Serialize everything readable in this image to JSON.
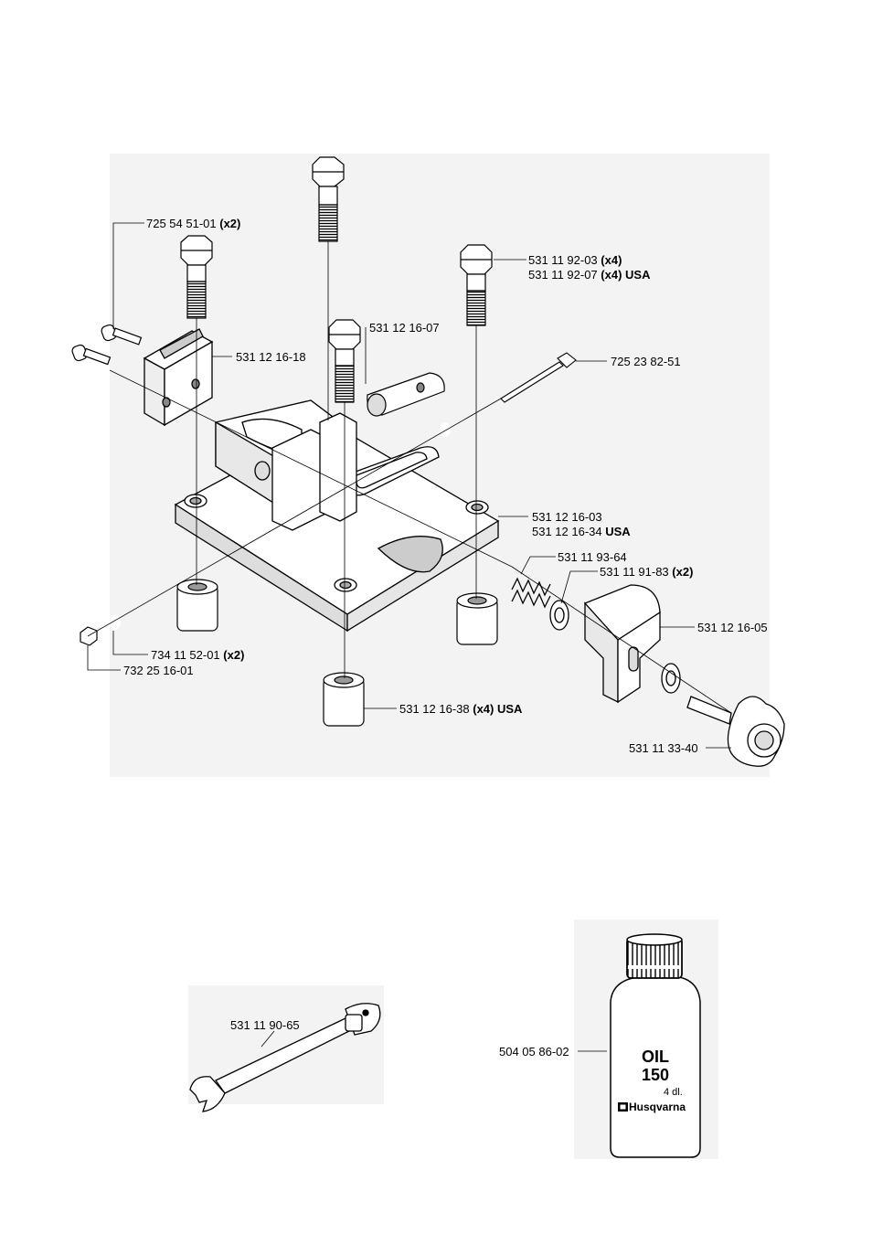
{
  "labels": {
    "p1": {
      "num": "725 54 51-01",
      "qty": "(x2)",
      "suffix": ""
    },
    "p2": {
      "num": "531 11 92-03",
      "qty": "(x4)",
      "suffix": ""
    },
    "p3": {
      "num": "531 11 92-07",
      "qty": "(x4)",
      "suffix": "USA"
    },
    "p4": {
      "num": "531 12 16-07",
      "qty": "",
      "suffix": ""
    },
    "p5": {
      "num": "531 12 16-18",
      "qty": "",
      "suffix": ""
    },
    "p6": {
      "num": "725 23 82-51",
      "qty": "",
      "suffix": ""
    },
    "p7": {
      "num": "531 12 16-03",
      "qty": "",
      "suffix": ""
    },
    "p8": {
      "num": "531 12 16-34",
      "qty": "",
      "suffix": "USA"
    },
    "p9": {
      "num": "531 11 93-64",
      "qty": "",
      "suffix": ""
    },
    "p10": {
      "num": "531 11 91-83",
      "qty": "(x2)",
      "suffix": ""
    },
    "p11": {
      "num": "531 12 16-05",
      "qty": "",
      "suffix": ""
    },
    "p12": {
      "num": "734 11 52-01",
      "qty": "(x2)",
      "suffix": ""
    },
    "p13": {
      "num": "732 25 16-01",
      "qty": "",
      "suffix": ""
    },
    "p14": {
      "num": "531 12 16-38",
      "qty": "(x4)",
      "suffix": "USA"
    },
    "p15": {
      "num": "531 11 33-40",
      "qty": "",
      "suffix": ""
    },
    "p16": {
      "num": "531 11 90-65",
      "qty": "",
      "suffix": ""
    },
    "p17": {
      "num": "504 05 86-02",
      "qty": "",
      "suffix": ""
    }
  },
  "bottle": {
    "line1": "OIL",
    "line2": "150",
    "volume": "4 dl.",
    "brand": "Husqvarna"
  },
  "colors": {
    "panel": "#f3f3f3",
    "ink": "#000000"
  }
}
